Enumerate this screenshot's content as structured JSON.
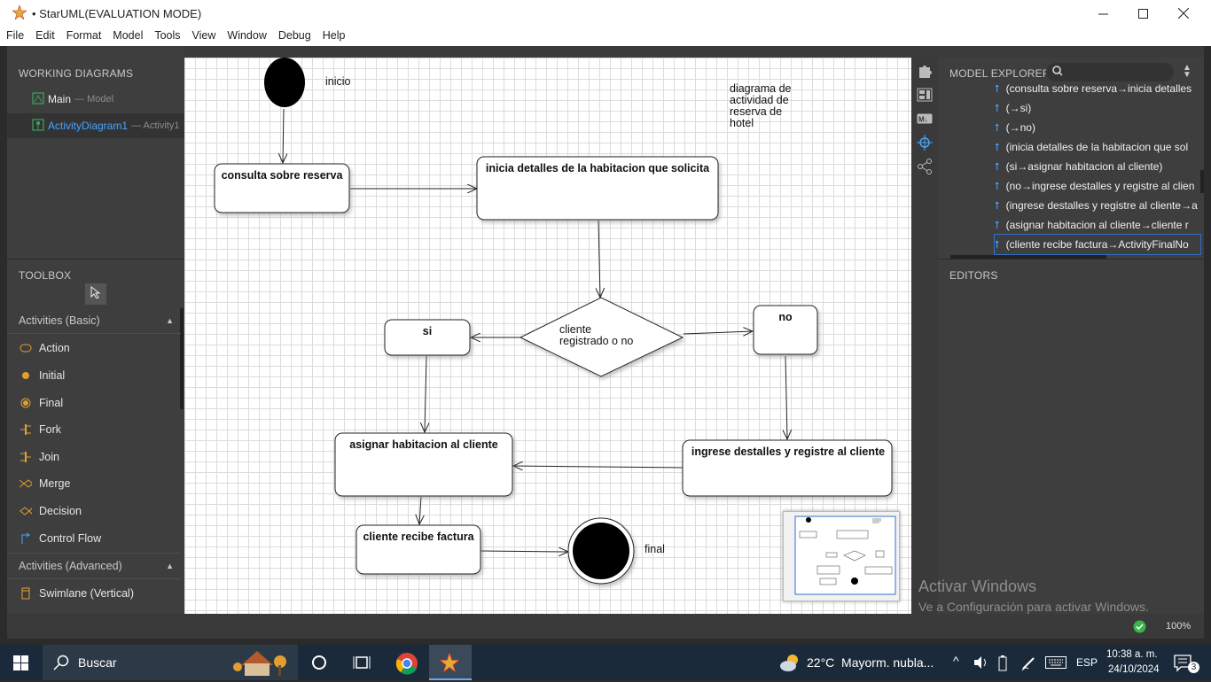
{
  "window": {
    "title": "• StarUML(EVALUATION MODE)"
  },
  "menu": [
    "File",
    "Edit",
    "Format",
    "Model",
    "Tools",
    "View",
    "Window",
    "Debug",
    "Help"
  ],
  "working_diagrams": {
    "header": "WORKING DIAGRAMS",
    "items": [
      {
        "name": "Main",
        "kind": "— Model"
      },
      {
        "name": "ActivityDiagram1",
        "kind": "— Activity1"
      }
    ]
  },
  "toolbox": {
    "header": "TOOLBOX",
    "group_basic": "Activities (Basic)",
    "tools": [
      "Action",
      "Initial",
      "Final",
      "Fork",
      "Join",
      "Merge",
      "Decision",
      "Control Flow"
    ],
    "group_advanced": "Activities (Advanced)",
    "advanced_tools": [
      "Swimlane (Vertical)"
    ]
  },
  "diagram": {
    "initial_label": "inicio",
    "final_label": "final",
    "note": [
      "diagrama de",
      "actividad de",
      "reserva de",
      "hotel"
    ],
    "consulta": "consulta sobre reserva",
    "inicia": "inicia detalles de la habitacion que solicita",
    "decision": [
      "cliente",
      "registrado o no"
    ],
    "si": "si",
    "no": "no",
    "asignar": "asignar habitacion al cliente",
    "ingrese": "ingrese destalles y registre al cliente",
    "factura": "cliente recibe factura"
  },
  "model_explorer": {
    "header": "MODEL EXPLORER",
    "items": [
      "(consulta sobre reserva→inicia detalles",
      "(→si)",
      "(→no)",
      "(inicia detalles de la habitacion que sol",
      "(si→asignar habitacion al cliente)",
      "(no→ingrese destalles y registre al clien",
      "(ingrese destalles y registre al cliente→a",
      "(asignar habitacion al cliente→cliente r",
      "(cliente recibe factura→ActivityFinalNo"
    ]
  },
  "editors": {
    "header": "EDITORS"
  },
  "watermark": {
    "line1": "Activar Windows",
    "line2": "Ve a Configuración para activar Windows."
  },
  "status": {
    "zoom": "100%"
  },
  "taskbar": {
    "search_placeholder": "Buscar",
    "weather": "22°C  Mayorm. nubla...",
    "lang": "ESP",
    "time": "10:38 a. m.",
    "date": "24/10/2024",
    "notifications": "3"
  },
  "colors": {
    "accent": "#4aa3ff",
    "selected_item": "#2f6fc9",
    "canvas_bg": "#ffffff"
  }
}
